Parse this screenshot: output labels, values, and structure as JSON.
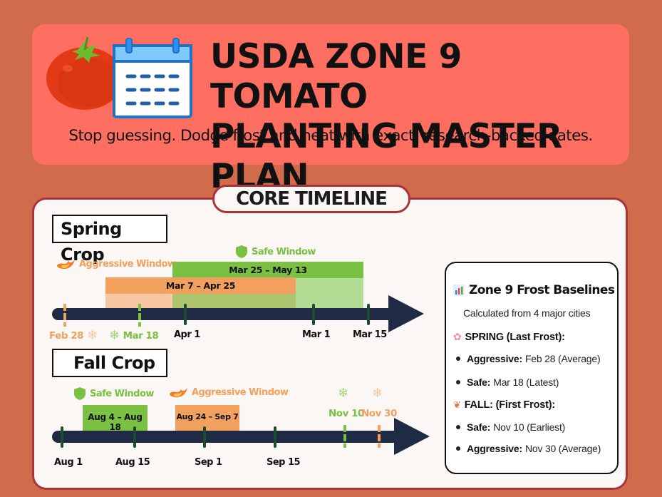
{
  "header": {
    "title_line1": "USDA ZONE 9 TOMATO",
    "title_line2": "PLANTING MASTER PLAN",
    "subtitle": "Stop guessing. Dodge frost and heat with exact, research-backed dates.",
    "icons": [
      "tomato-icon",
      "calendar-icon"
    ]
  },
  "panel": {
    "title": "CORE TIMELINE"
  },
  "colors": {
    "background": "#d06b4b",
    "header_bg": "#ff6f61",
    "panel_border": "#a8343a",
    "axis": "#1f2a44",
    "tick": "#1d4d2f",
    "safe_green": "#7ac143",
    "safe_green_light": "#b3dc94",
    "aggressive_orange": "#f2a05d",
    "aggressive_orange_light": "#f6c7a0",
    "overlap": "#aec46c"
  },
  "spring": {
    "label": "Spring Crop",
    "aggressive_label": "Aggressive Window",
    "safe_label": "Safe Window",
    "safe_range": "Mar 25 – May 13",
    "aggressive_range": "Mar 7 – Apr 25",
    "frost_markers": [
      {
        "label": "Feb 28",
        "type": "aggressive"
      },
      {
        "label": "Mar 18",
        "type": "safe"
      }
    ],
    "ticks": [
      "Apr 1",
      "Mar 1",
      "Mar 15"
    ]
  },
  "fall": {
    "label": "Fall Crop",
    "safe_label": "Safe Window",
    "aggressive_label": "Aggressive Window",
    "safe_range": "Aug 4 – Aug 18",
    "aggressive_range": "Aug 24 – Sep 7",
    "frost_markers": [
      {
        "label": "Nov 10",
        "type": "safe"
      },
      {
        "label": "Nov 30",
        "type": "aggressive"
      }
    ],
    "ticks": [
      "Aug 1",
      "Aug 15",
      "Sep 1",
      "Sep 15"
    ]
  },
  "baselines": {
    "title": "Zone 9 Frost Baselines",
    "subtitle": "Calculated from 4 major cities",
    "spring_head": "SPRING (Last Frost):",
    "spring_items": [
      {
        "key": "Aggressive:",
        "value": "Feb 28 (Average)"
      },
      {
        "key": "Safe:",
        "value": "Mar 18 (Latest)"
      }
    ],
    "fall_head": "FALL: (First Frost):",
    "fall_items": [
      {
        "key": "Safe:",
        "value": "Nov 10 (Earliest)"
      },
      {
        "key": "Aggressive:",
        "value": "Nov 30 (Average)"
      }
    ]
  }
}
